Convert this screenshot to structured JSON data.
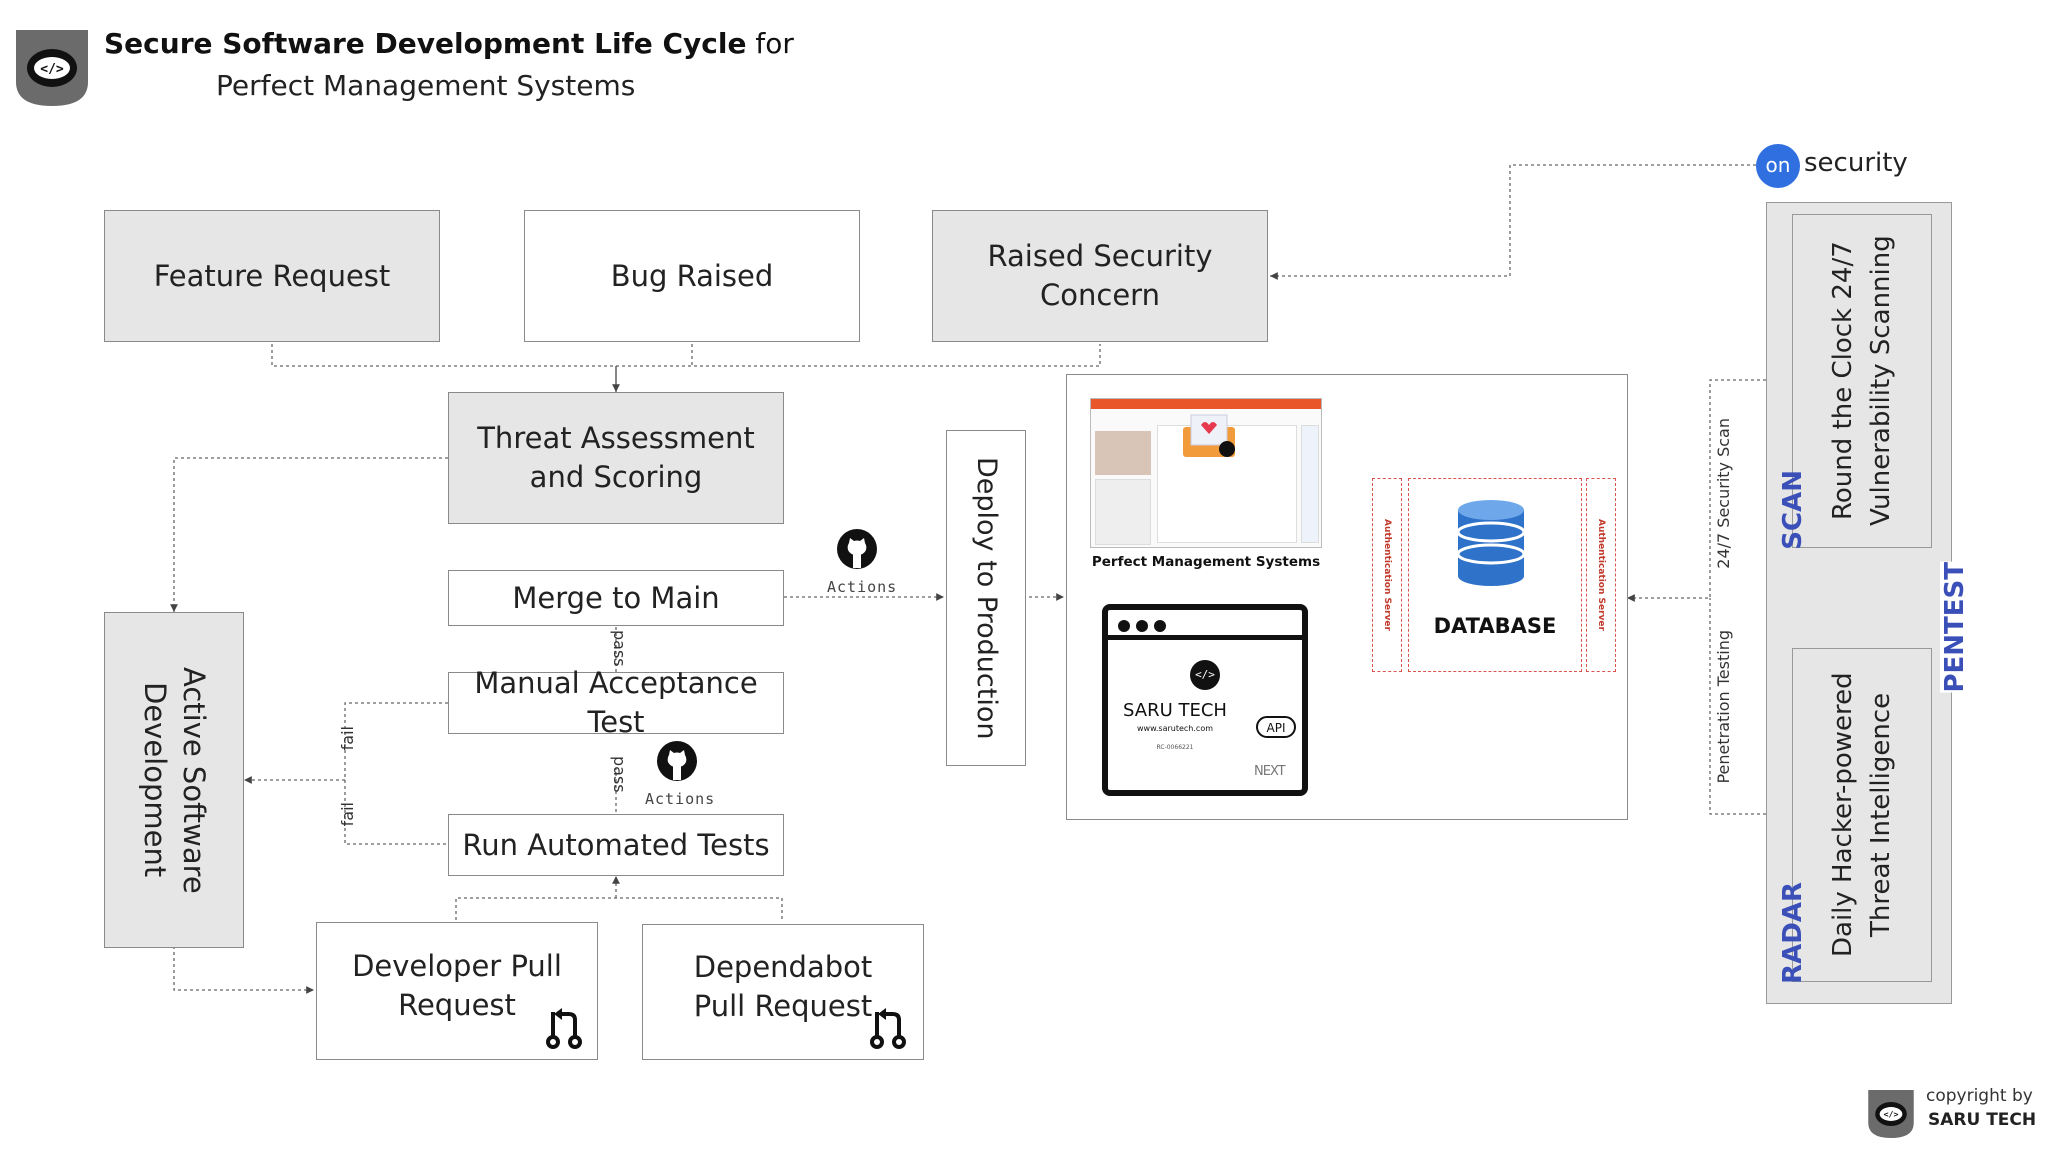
{
  "header": {
    "title_bold": "Secure Software Development Life Cycle",
    "title_rest": " for",
    "subtitle": "Perfect Management Systems"
  },
  "nodes": {
    "feature_request": "Feature Request",
    "bug_raised": "Bug Raised",
    "security_concern": "Raised Security Concern",
    "threat_assessment": "Threat Assessment and Scoring",
    "merge_main": "Merge to Main",
    "manual_test": "Manual Acceptance Test",
    "auto_tests": "Run Automated Tests",
    "dev_pr": "Developer Pull Request",
    "dependabot_pr": "Dependabot Pull Request",
    "active_dev": "Active Software Development",
    "deploy": "Deploy to Production"
  },
  "edge_labels": {
    "pass1": "pass",
    "pass2": "pass",
    "fail1": "fail",
    "fail2": "fail",
    "actions1": "Actions",
    "actions2": "Actions",
    "scan_edge": "24/7 Security Scan",
    "pentest_edge": "Penetration Testing"
  },
  "production": {
    "app_caption": "Perfect Management Systems",
    "database": "DATABASE",
    "auth_server_left": "Authentication Server",
    "auth_server_right": "Authentication Server",
    "saru_name": "SARU TECH",
    "saru_url": "www.sarutech.com",
    "saru_code": "RC-0066221",
    "api_badge": "API",
    "next_badge": "NEXT"
  },
  "security": {
    "brand_on": "on",
    "brand_rest": "security",
    "scan_label": "SCAN",
    "scan_text": "Round the Clock 24/7 Vulnerability Scanning",
    "radar_label": "RADAR",
    "radar_text": "Daily Hacker-powered Threat Intelligence",
    "pentest_label": "PENTEST"
  },
  "footer": {
    "copyright": "copyright by",
    "company": "SARU TECH"
  },
  "colors": {
    "accent_blue": "#3a4fb7",
    "onsec_blue": "#2f6fe0",
    "db_blue": "#2f72c9",
    "red_dash": "#d9534f"
  },
  "icons": [
    "code-shield-logo",
    "github-icon",
    "pull-request-icon",
    "database-icon",
    "browser-window-icon"
  ]
}
